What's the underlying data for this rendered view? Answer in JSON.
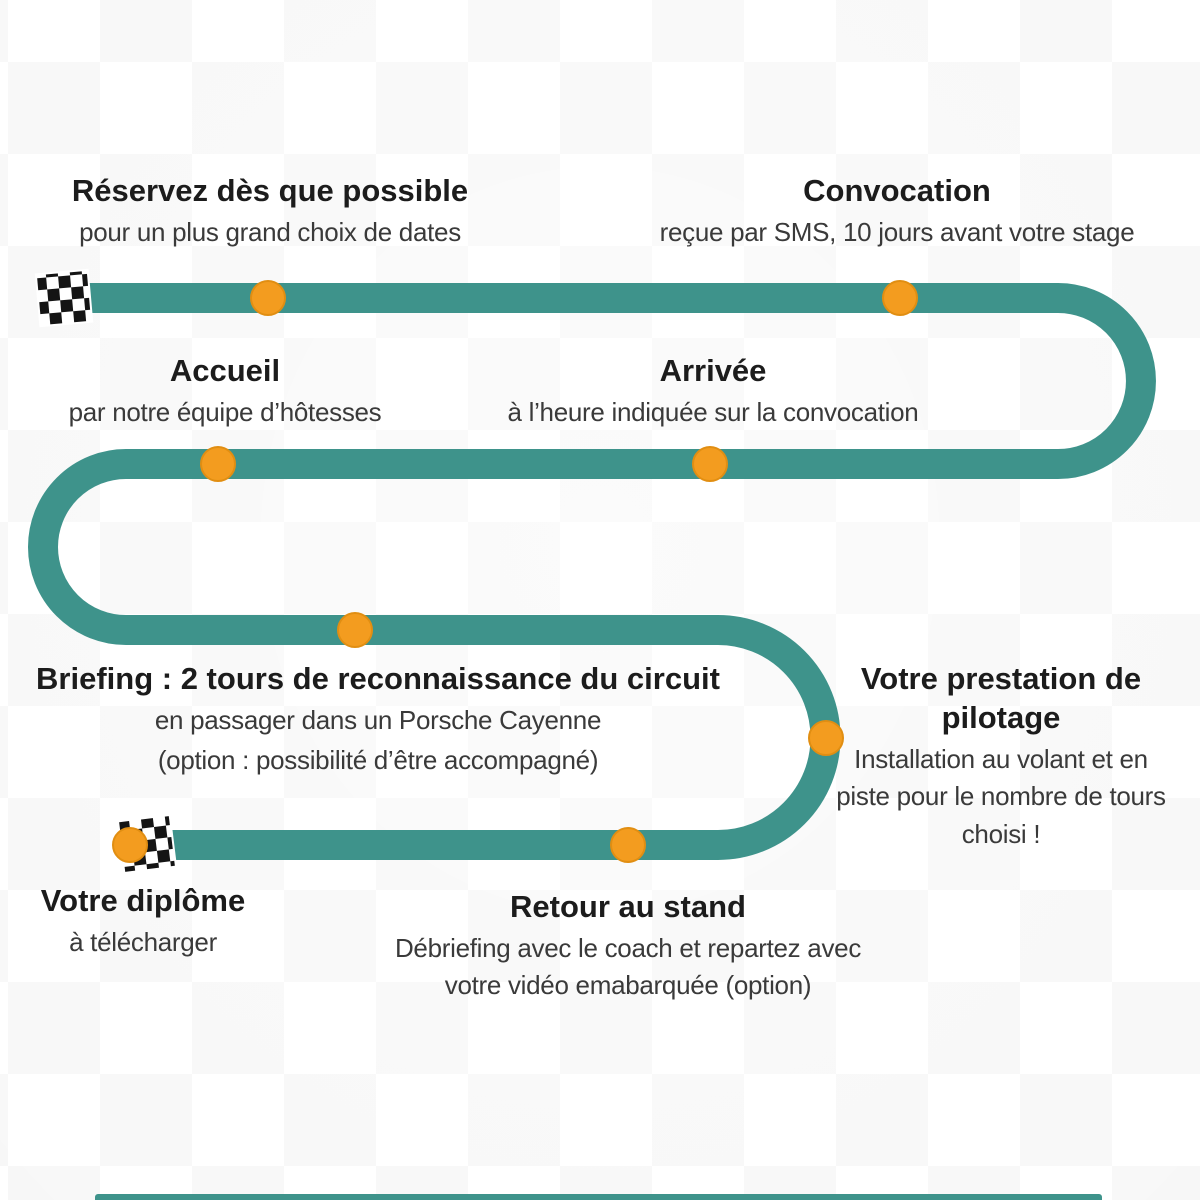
{
  "diagram": {
    "title_implied": "Parcours du stage de pilotage",
    "track_color": "#3E938B",
    "dot_color": "#F39C1F",
    "milestones": [
      {
        "title": "Réservez dès que possible",
        "subtitle": "pour un plus grand choix de dates"
      },
      {
        "title": "Convocation",
        "subtitle": "reçue par SMS, 10 jours avant votre stage"
      },
      {
        "title": "Accueil",
        "subtitle": "par notre équipe d’hôtesses"
      },
      {
        "title": "Arrivée",
        "subtitle": "à l’heure indiquée sur la convocation"
      },
      {
        "title": "Briefing : 2 tours de reconnaissance du circuit",
        "subtitle": "en passager dans un Porsche Cayenne",
        "subtitle2": "(option : possibilité d’être accompagné)"
      },
      {
        "title": "Votre prestation de pilotage",
        "subtitle": "Installation au volant et en piste pour le nombre de tours choisi !"
      },
      {
        "title": "Votre diplôme",
        "subtitle": "à télécharger"
      },
      {
        "title": "Retour au stand",
        "subtitle": "Débriefing avec le coach et repartez avec votre vidéo emabarquée (option)"
      }
    ]
  }
}
